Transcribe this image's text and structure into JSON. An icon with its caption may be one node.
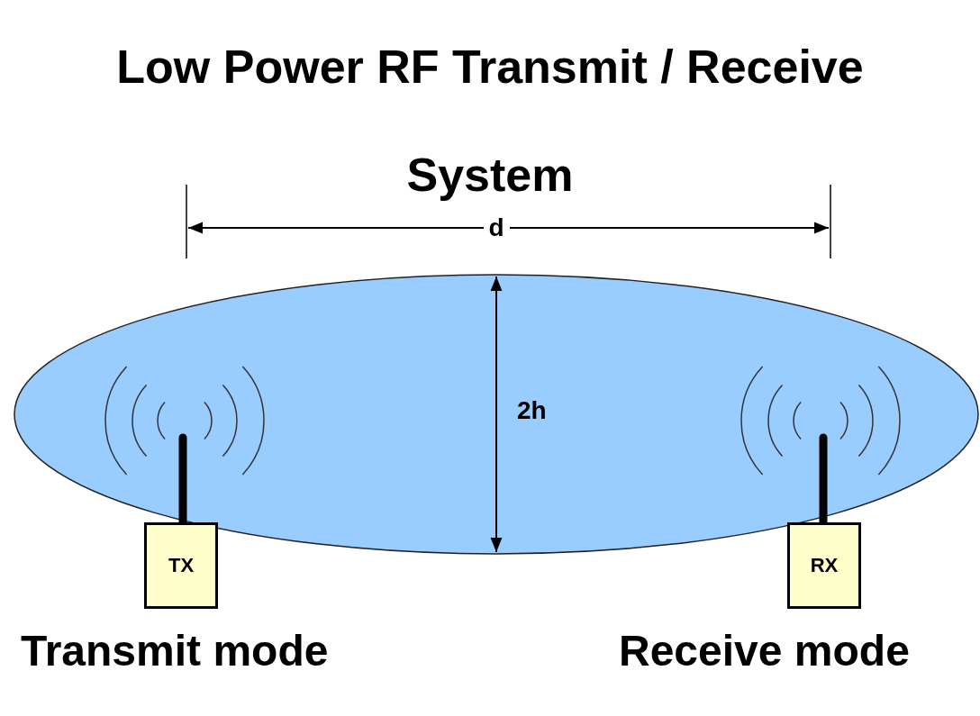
{
  "diagram": {
    "title": "Low Power RF Transmit / Receive System",
    "nodes": [
      {
        "text": [
          "TX"
        ],
        "beside": [
          "Transmit mode"
        ]
      },
      {
        "text": [
          "RX"
        ],
        "beside": [
          "Receive mode"
        ]
      }
    ],
    "labels": [
      "d",
      "2h"
    ]
  }
}
